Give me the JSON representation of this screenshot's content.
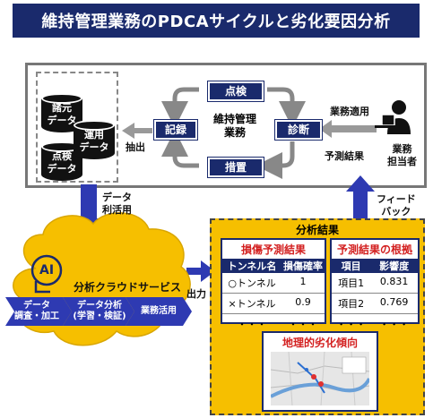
{
  "title": "維持管理業務のPDCAサイクルと劣化要因分析",
  "databases": {
    "items": [
      {
        "label": "諸元\nデータ"
      },
      {
        "label": "点検\nデータ"
      },
      {
        "label": "運用\nデータ"
      }
    ]
  },
  "cycle": {
    "center": "維持管理\n業務",
    "steps": {
      "check": "点検",
      "diagnose": "診断",
      "action": "措置",
      "record": "記録"
    }
  },
  "labels": {
    "extract": "抽出",
    "apply": "業務適用",
    "prediction": "予測結果",
    "worker": "業務\n担当者",
    "data_use": "データ\n利活用",
    "feedback": "フィード\nバック",
    "output": "出力"
  },
  "cloud": {
    "ai": "AI",
    "service": "分析クラウドサービス",
    "steps": [
      "データ\n調査・加工",
      "データ分析\n(学習・検証)",
      "業務活用"
    ]
  },
  "results": {
    "title": "分析結果",
    "damage": {
      "title": "損傷予測結果",
      "headers": [
        "トンネル名",
        "損傷確率"
      ],
      "rows": [
        [
          "○トンネル",
          "1"
        ],
        [
          "×トンネル",
          "0.9"
        ],
        [
          "・・・",
          "・・・"
        ]
      ]
    },
    "basis": {
      "title": "予測結果の根拠",
      "headers": [
        "項目",
        "影響度"
      ],
      "rows": [
        [
          "項目1",
          "0.831"
        ],
        [
          "項目2",
          "0.769"
        ],
        [
          "・・・",
          "・・・"
        ]
      ]
    },
    "geo": {
      "title": "地理的劣化傾向"
    }
  }
}
